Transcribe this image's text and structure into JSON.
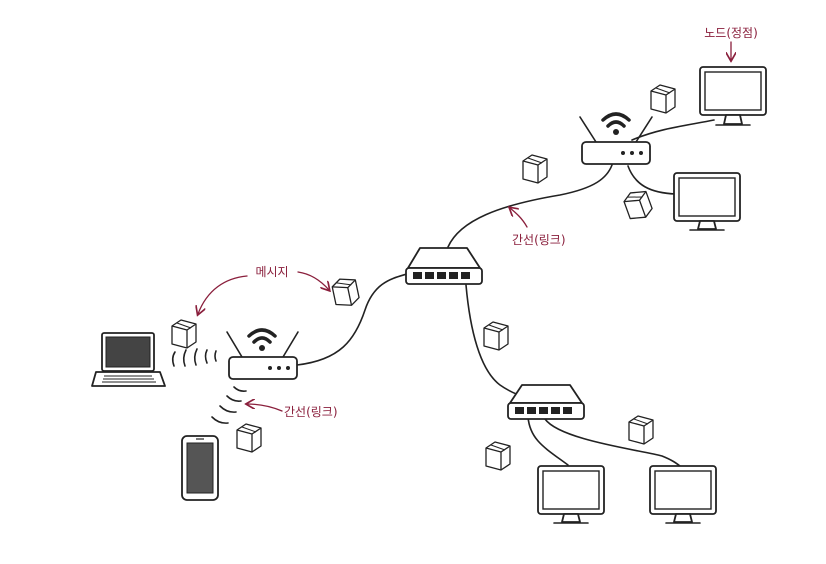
{
  "labels": {
    "node_top": "노드(정점)",
    "edge_top": "간선(링크)",
    "message": "메시지",
    "edge_bottom": "간선(링크)"
  },
  "colors": {
    "annotation": "#8a1f3c",
    "line": "#222222"
  }
}
